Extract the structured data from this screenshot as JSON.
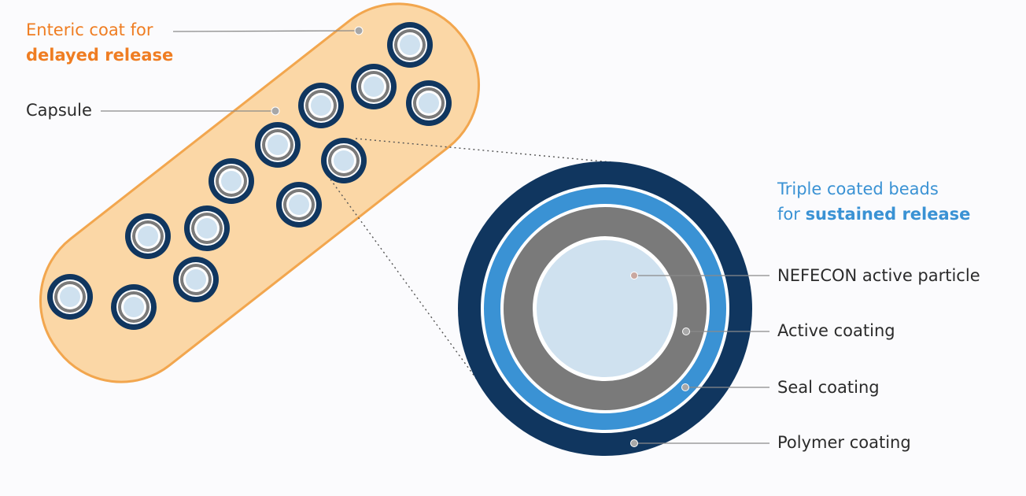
{
  "labels": {
    "enteric_line1": "Enteric coat for",
    "enteric_line2": "delayed release",
    "capsule": "Capsule",
    "triple_line1": "Triple coated beads",
    "triple_line2_prefix": "for ",
    "triple_line2_bold": "sustained release",
    "nefecon": "NEFECON active particle",
    "active_coating": "Active coating",
    "seal_coating": "Seal coating",
    "polymer_coating": "Polymer coating"
  },
  "colors": {
    "capsule_fill": "#fbd7a6",
    "capsule_stroke": "#f2a64e",
    "polymer": "#10365f",
    "seal": "#3a92d4",
    "active": "#7a7a7a",
    "core": "#cfe1ef",
    "orange_text": "#ef7d22",
    "blue_text": "#3a92d4",
    "dark_text": "#2b2b2b"
  }
}
